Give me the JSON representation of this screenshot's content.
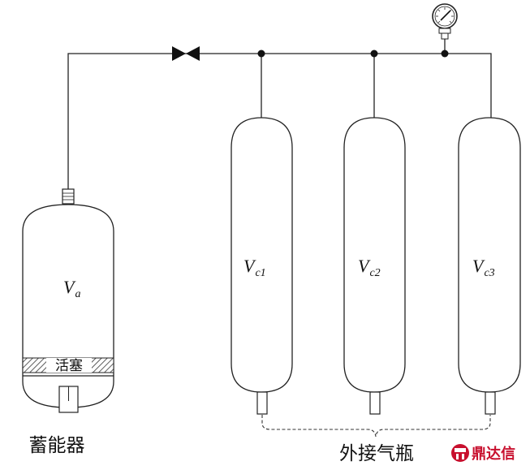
{
  "accumulator": {
    "volume_symbol": "V",
    "volume_subscript": "a",
    "piston_label": "活塞",
    "label": "蓄能器"
  },
  "cylinders": [
    {
      "symbol": "V",
      "subscript": "c1"
    },
    {
      "symbol": "V",
      "subscript": "c2"
    },
    {
      "symbol": "V",
      "subscript": "c3"
    }
  ],
  "external_cylinders_label": "外接气瓶",
  "watermark": {
    "text": "鼎达信"
  },
  "icons": [
    "valve-icon",
    "pressure-gauge-icon",
    "logo-icon"
  ]
}
